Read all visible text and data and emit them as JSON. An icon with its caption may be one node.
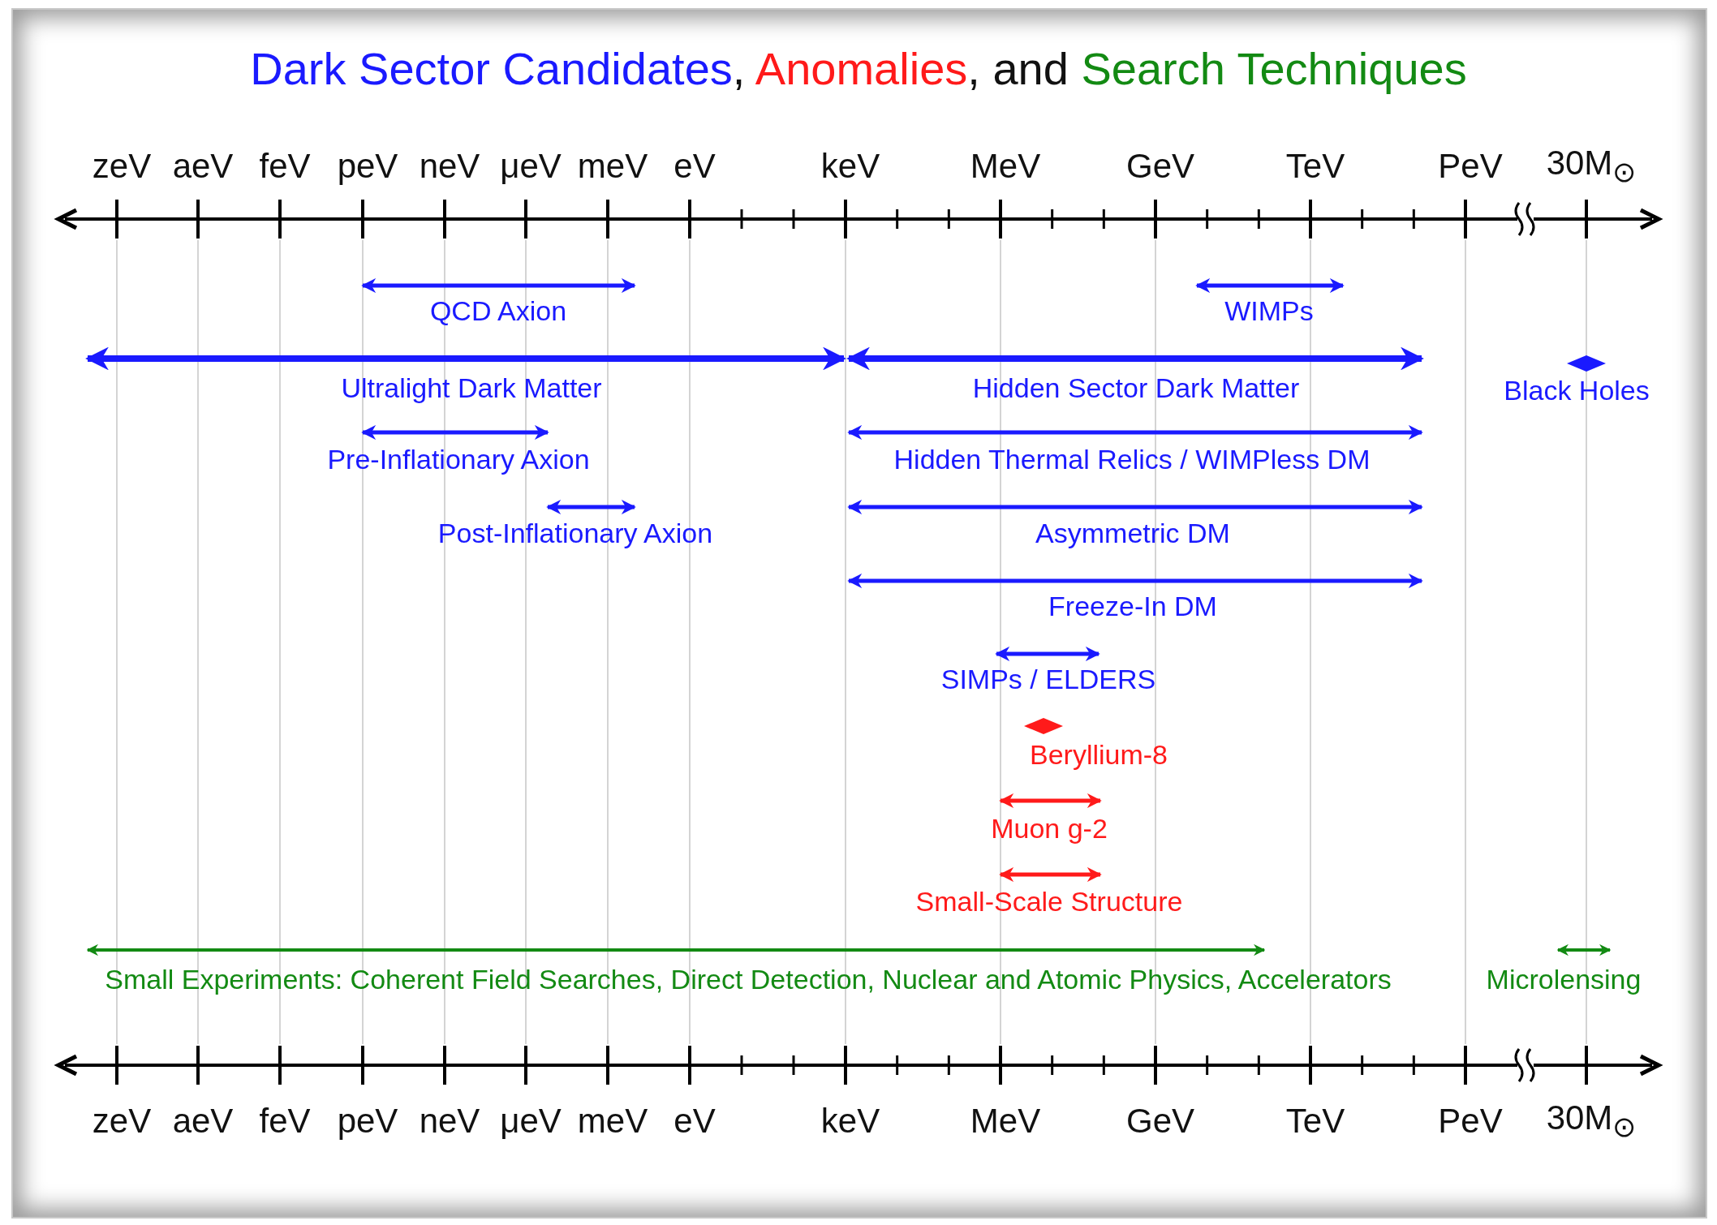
{
  "diagram": {
    "title": "Dark Sector Candidates, Anomalies, and Search Techniques",
    "labels": [
      "zeV",
      "aeV",
      "feV",
      "peV",
      "neV",
      "μeV",
      "meV",
      "eV",
      "keV",
      "MeV",
      "GeV",
      "TeV",
      "PeV",
      "30M$_{⊙}$",
      "QCD Axion",
      "WIMPs",
      "Ultralight Dark Matter",
      "Hidden Sector Dark Matter",
      "Black Holes",
      "Pre-Inflationary Axion",
      "Hidden Thermal Relics / WIMPless DM",
      "Post-Inflationary Axion",
      "Asymmetric DM",
      "Freeze-In DM",
      "SIMPs / ELDERS",
      "Beryllium-8",
      "Muon g-2",
      "Small-Scale Structure",
      "Small Experiments: Coherent Field Searches, Direct Detection, Nuclear and Atomic Physics, Accelerators",
      "Microlensing",
      "zeV",
      "aeV",
      "feV",
      "peV",
      "neV",
      "μeV",
      "meV",
      "eV",
      "keV",
      "MeV",
      "GeV",
      "TeV",
      "PeV",
      "30M$_{⊙}$"
    ]
  }
}
